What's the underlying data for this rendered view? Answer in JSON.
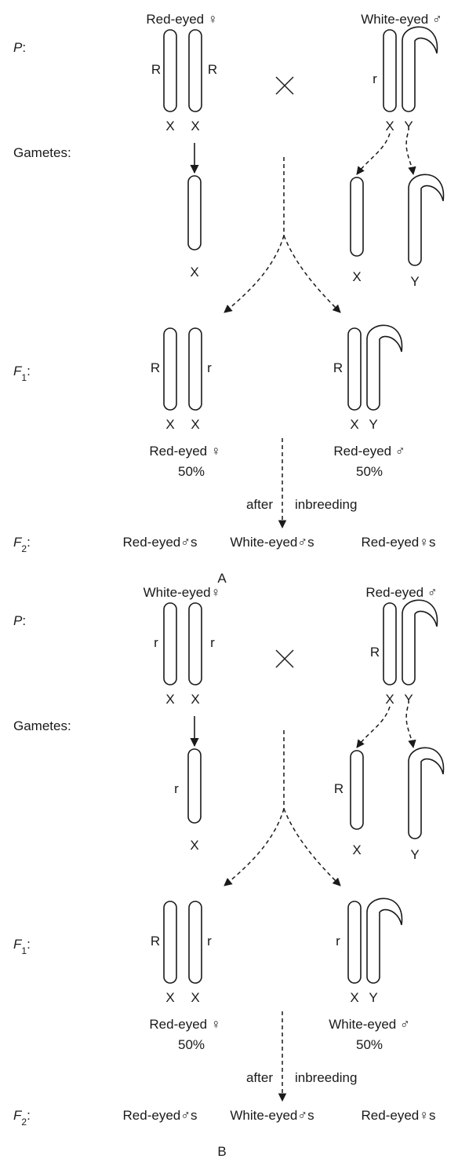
{
  "panels": [
    {
      "letter": "A",
      "gen_labels": {
        "P": "P",
        "P_suffix": ":",
        "gametes": "Gametes:",
        "F1": "F",
        "F1_sub": "1",
        "F1_suffix": ":",
        "F2": "F",
        "F2_sub": "2",
        "F2_suffix": ":"
      },
      "parents": {
        "female_title": "Red-eyed ♀",
        "male_title": "White-eyed ♂",
        "female_alleles": [
          "R",
          "R"
        ],
        "male_allele": "r",
        "chrom_labels": {
          "x": "X",
          "y": "Y"
        }
      },
      "gametes": {
        "female_allele": "",
        "male_allele": ""
      },
      "f1": {
        "female_alleles": [
          "R",
          "r"
        ],
        "male_allele": "R",
        "female_caption": "Red-eyed ♀",
        "female_pct": "50%",
        "male_caption": "Red-eyed ♂",
        "male_pct": "50%"
      },
      "transition": {
        "left": "after",
        "right": "inbreeding"
      },
      "f2": [
        "Red-eyed♂s",
        "White-eyed♂s",
        "Red-eyed♀s"
      ]
    },
    {
      "letter": "B",
      "gen_labels": {
        "P": "P",
        "P_suffix": ":",
        "gametes": "Gametes:",
        "F1": "F",
        "F1_sub": "1",
        "F1_suffix": ":",
        "F2": "F",
        "F2_sub": "2",
        "F2_suffix": ":"
      },
      "parents": {
        "female_title": "White-eyed♀",
        "male_title": "Red-eyed ♂",
        "female_alleles": [
          "r",
          "r"
        ],
        "male_allele": "R",
        "chrom_labels": {
          "x": "X",
          "y": "Y"
        }
      },
      "gametes": {
        "female_allele": "r",
        "male_allele": "R"
      },
      "f1": {
        "female_alleles": [
          "R",
          "r"
        ],
        "male_allele": "r",
        "female_caption": "Red-eyed ♀",
        "female_pct": "50%",
        "male_caption": "White-eyed ♂",
        "male_pct": "50%"
      },
      "transition": {
        "left": "after",
        "right": "inbreeding"
      },
      "f2": [
        "Red-eyed♂s",
        "White-eyed♂s",
        "Red-eyed♀s"
      ]
    }
  ]
}
